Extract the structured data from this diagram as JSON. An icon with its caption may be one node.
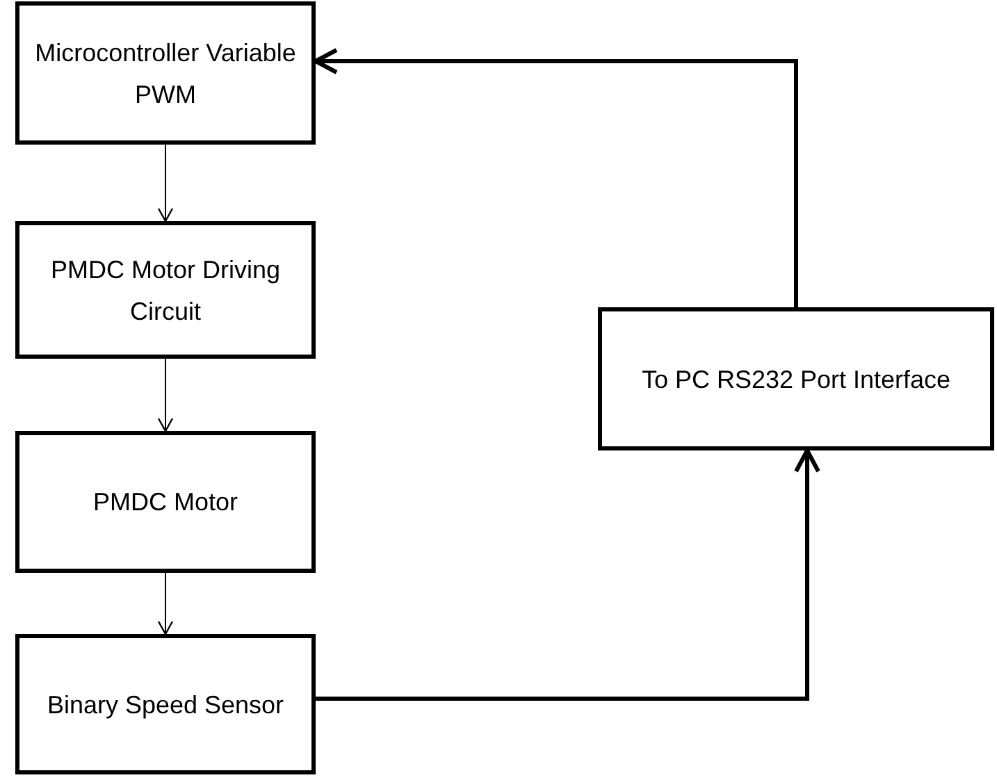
{
  "diagram": {
    "nodes": [
      {
        "text": [
          "Microcontroller Variable PWM"
        ]
      },
      {
        "text": [
          "PMDC Motor Driving Circuit"
        ]
      },
      {
        "text": [
          "PMDC Motor"
        ]
      },
      {
        "text": [
          "Binary Speed Sensor"
        ]
      },
      {
        "text": [
          "To PC RS232 Port Interface"
        ]
      }
    ],
    "edges": [
      {
        "from": 0,
        "to": 1,
        "arrow": "to"
      },
      {
        "from": 1,
        "to": 2,
        "arrow": "to"
      },
      {
        "from": 2,
        "to": 3,
        "arrow": "to"
      },
      {
        "from": 3,
        "to": 4,
        "arrow": "to",
        "style": "thick"
      },
      {
        "from": 4,
        "to": 0,
        "arrow": "to",
        "style": "thick"
      }
    ]
  }
}
